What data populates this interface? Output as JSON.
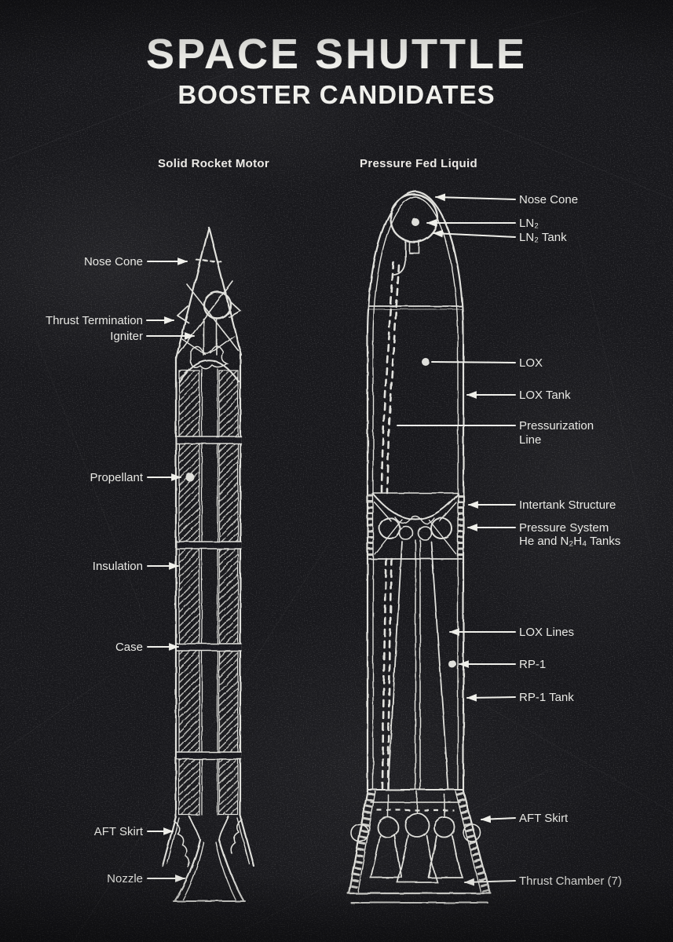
{
  "poster": {
    "title": "SPACE SHUTTLE",
    "subtitle": "BOOSTER CANDIDATES"
  },
  "diagrams": {
    "left": {
      "heading": "Solid Rocket Motor",
      "labels": {
        "nose_cone": "Nose Cone",
        "thrust_termination": "Thrust Termination",
        "igniter": "Igniter",
        "propellant": "Propellant",
        "insulation": "Insulation",
        "case": "Case",
        "aft_skirt": "AFT Skirt",
        "nozzle": "Nozzle"
      }
    },
    "right": {
      "heading": "Pressure Fed Liquid",
      "labels": {
        "nose_cone": "Nose Cone",
        "ln2": "LN₂",
        "ln2_tank": "LN₂ Tank",
        "lox": "LOX",
        "lox_tank": "LOX Tank",
        "pressurization_line_1": "Pressurization",
        "pressurization_line_2": "Line",
        "intertank_structure": "Intertank Structure",
        "pressure_system_1": "Pressure System",
        "pressure_system_2": "He and N₂H₄ Tanks",
        "lox_lines": "LOX Lines",
        "rp1": "RP-1",
        "rp1_tank": "RP-1 Tank",
        "aft_skirt": "AFT Skirt",
        "thrust_chamber": "Thrust Chamber (7)"
      }
    }
  },
  "colors": {
    "background": "#17171b",
    "chalk": "#efefea",
    "text": "#e8e8e4"
  }
}
